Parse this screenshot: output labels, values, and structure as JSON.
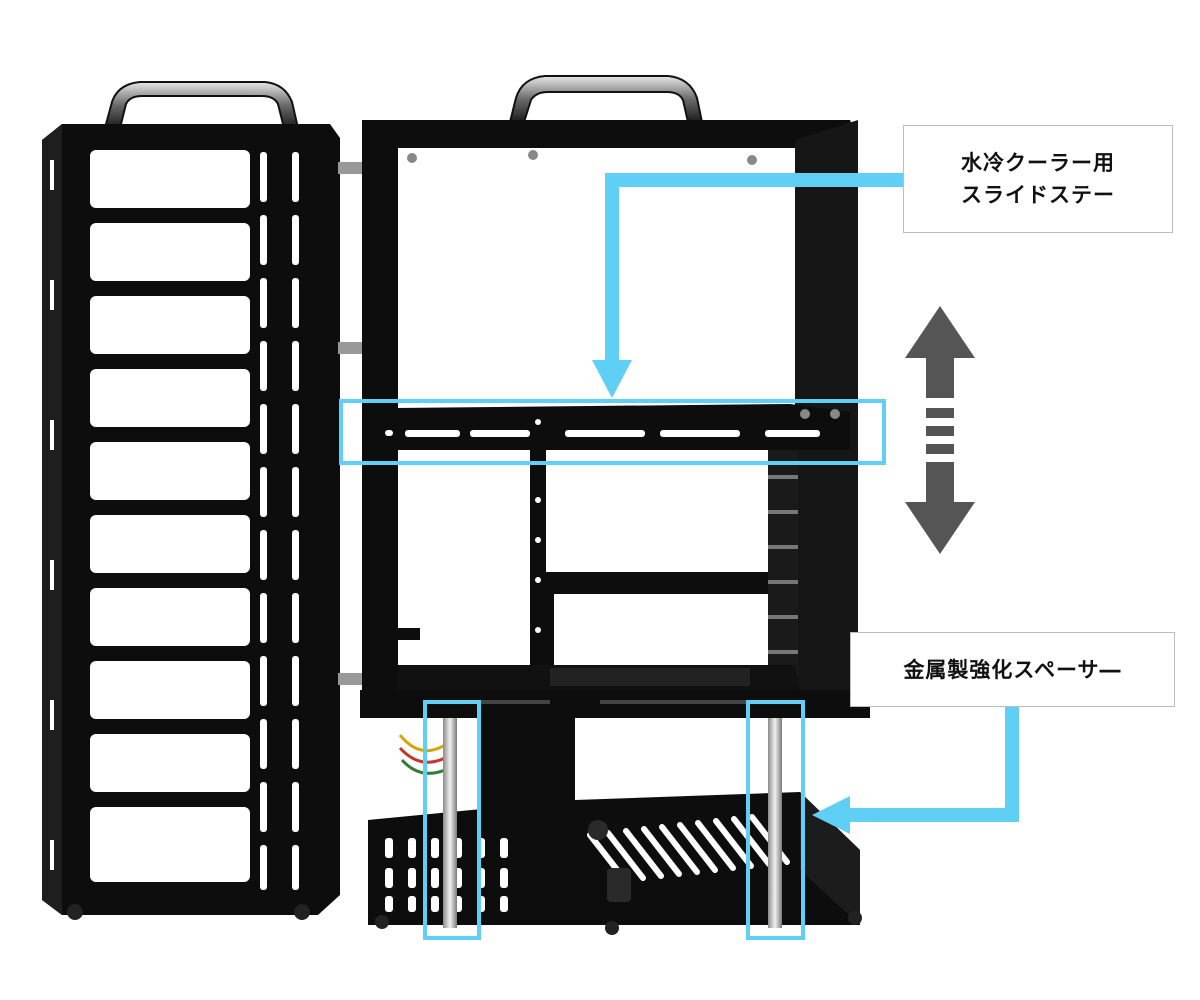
{
  "annotations": {
    "water_cooler_stay": {
      "line1": "水冷クーラー用",
      "line2": "スライドステー"
    },
    "metal_spacer": {
      "label": "金属製強化スペーサ―"
    }
  },
  "colors": {
    "highlight": "#5fcff5",
    "frame": "#0d0d0d",
    "arrow_dark": "#555555",
    "background": "#ffffff"
  },
  "icons": [
    "handle-icon",
    "up-down-arrow-icon",
    "callout-arrow-icon"
  ]
}
